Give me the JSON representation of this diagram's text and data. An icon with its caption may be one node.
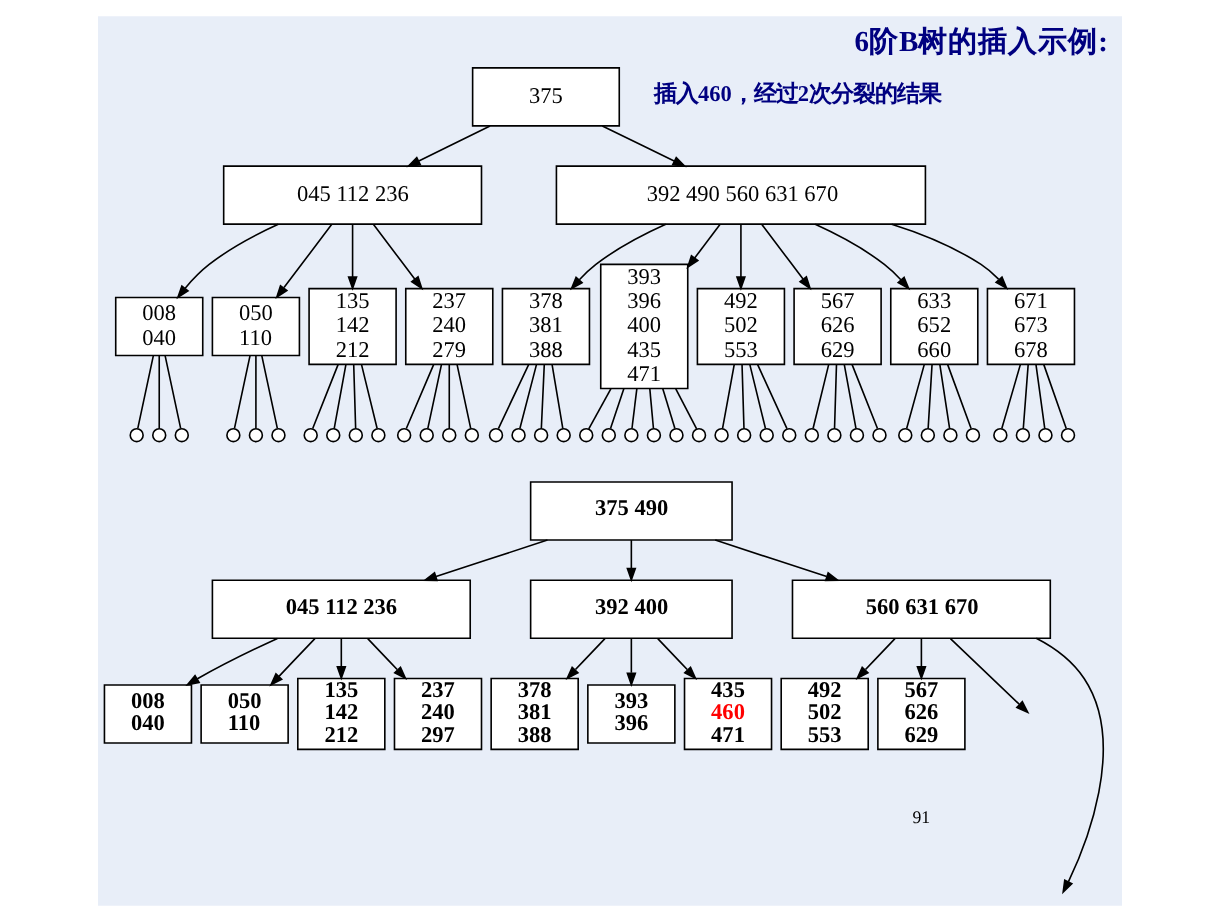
{
  "diagram": {
    "title": "6阶B树的插入示例:",
    "nodes": [
      {
        "text": [
          "375"
        ]
      },
      {
        "text": [
          "045 112 236"
        ]
      },
      {
        "text": [
          "392 490 560 631 670"
        ]
      },
      {
        "text": [
          "008",
          "040"
        ]
      },
      {
        "text": [
          "050",
          "110"
        ]
      },
      {
        "text": [
          "135",
          "142",
          "212"
        ]
      },
      {
        "text": [
          "237",
          "240",
          "279"
        ]
      },
      {
        "text": [
          "378",
          "381",
          "388"
        ]
      },
      {
        "text": [
          "393",
          "396",
          "400",
          "435",
          "471"
        ]
      },
      {
        "text": [
          "492",
          "502",
          "553"
        ]
      },
      {
        "text": [
          "567",
          "626",
          "629"
        ]
      },
      {
        "text": [
          "633",
          "652",
          "660"
        ]
      },
      {
        "text": [
          "671",
          "673",
          "678"
        ]
      },
      {
        "text": [],
        "shape": "circle"
      },
      {
        "text": [],
        "shape": "circle"
      },
      {
        "text": [],
        "shape": "circle"
      },
      {
        "text": [],
        "shape": "circle"
      },
      {
        "text": [],
        "shape": "circle"
      },
      {
        "text": [],
        "shape": "circle"
      },
      {
        "text": [],
        "shape": "circle"
      },
      {
        "text": [],
        "shape": "circle"
      },
      {
        "text": [],
        "shape": "circle"
      },
      {
        "text": [],
        "shape": "circle"
      },
      {
        "text": [],
        "shape": "circle"
      },
      {
        "text": [],
        "shape": "circle"
      },
      {
        "text": [],
        "shape": "circle"
      },
      {
        "text": [],
        "shape": "circle"
      },
      {
        "text": [],
        "shape": "circle"
      },
      {
        "text": [],
        "shape": "circle"
      },
      {
        "text": [],
        "shape": "circle"
      },
      {
        "text": [],
        "shape": "circle"
      },
      {
        "text": [],
        "shape": "circle"
      },
      {
        "text": [],
        "shape": "circle"
      },
      {
        "text": [],
        "shape": "circle"
      },
      {
        "text": [],
        "shape": "circle"
      },
      {
        "text": [],
        "shape": "circle"
      },
      {
        "text": [],
        "shape": "circle"
      },
      {
        "text": [],
        "shape": "circle"
      },
      {
        "text": [],
        "shape": "circle"
      },
      {
        "text": [],
        "shape": "circle"
      },
      {
        "text": [],
        "shape": "circle"
      },
      {
        "text": [],
        "shape": "circle"
      },
      {
        "text": [],
        "shape": "circle"
      },
      {
        "text": [],
        "shape": "circle"
      },
      {
        "text": [],
        "shape": "circle"
      },
      {
        "text": [],
        "shape": "circle"
      },
      {
        "text": [],
        "shape": "circle"
      },
      {
        "text": [],
        "shape": "circle"
      },
      {
        "text": [],
        "shape": "circle"
      },
      {
        "text": [],
        "shape": "circle"
      },
      {
        "text": [],
        "shape": "circle"
      },
      {
        "text": [],
        "shape": "circle"
      },
      {
        "text": [],
        "shape": "circle"
      },
      {
        "text": [
          "375 490"
        ]
      },
      {
        "text": [
          "045 112 236"
        ]
      },
      {
        "text": [
          "392 400"
        ]
      },
      {
        "text": [
          "560 631 670"
        ]
      },
      {
        "text": [
          "008",
          "040"
        ]
      },
      {
        "text": [
          "050",
          "110"
        ]
      },
      {
        "text": [
          "135",
          "142",
          "212"
        ]
      },
      {
        "text": [
          "237",
          "240",
          "297"
        ]
      },
      {
        "text": [
          "378",
          "381",
          "388"
        ]
      },
      {
        "text": [
          "393",
          "396"
        ]
      },
      {
        "text": [
          "435",
          "460",
          "471"
        ]
      },
      {
        "text": [
          "492",
          "502",
          "553"
        ]
      },
      {
        "text": [
          "567",
          "626",
          "629"
        ]
      }
    ],
    "edges": [
      {
        "from": 0,
        "to": 1,
        "arrow": "to"
      },
      {
        "from": 0,
        "to": 2,
        "arrow": "to"
      },
      {
        "from": 1,
        "to": 3,
        "arrow": "to"
      },
      {
        "from": 1,
        "to": 4,
        "arrow": "to"
      },
      {
        "from": 1,
        "to": 5,
        "arrow": "to"
      },
      {
        "from": 1,
        "to": 6,
        "arrow": "to"
      },
      {
        "from": 2,
        "to": 7,
        "arrow": "to"
      },
      {
        "from": 2,
        "to": 8,
        "arrow": "to"
      },
      {
        "from": 2,
        "to": 9,
        "arrow": "to"
      },
      {
        "from": 2,
        "to": 10,
        "arrow": "to"
      },
      {
        "from": 2,
        "to": 11,
        "arrow": "to"
      },
      {
        "from": 2,
        "to": 12,
        "arrow": "to"
      },
      {
        "from": 3,
        "to": 13,
        "arrow": "none"
      },
      {
        "from": 3,
        "to": 14,
        "arrow": "none"
      },
      {
        "from": 3,
        "to": 15,
        "arrow": "none"
      },
      {
        "from": 4,
        "to": 16,
        "arrow": "none"
      },
      {
        "from": 4,
        "to": 17,
        "arrow": "none"
      },
      {
        "from": 4,
        "to": 18,
        "arrow": "none"
      },
      {
        "from": 5,
        "to": 19,
        "arrow": "none"
      },
      {
        "from": 5,
        "to": 20,
        "arrow": "none"
      },
      {
        "from": 5,
        "to": 21,
        "arrow": "none"
      },
      {
        "from": 5,
        "to": 22,
        "arrow": "none"
      },
      {
        "from": 6,
        "to": 23,
        "arrow": "none"
      },
      {
        "from": 6,
        "to": 24,
        "arrow": "none"
      },
      {
        "from": 6,
        "to": 25,
        "arrow": "none"
      },
      {
        "from": 6,
        "to": 26,
        "arrow": "none"
      },
      {
        "from": 7,
        "to": 27,
        "arrow": "none"
      },
      {
        "from": 7,
        "to": 28,
        "arrow": "none"
      },
      {
        "from": 7,
        "to": 29,
        "arrow": "none"
      },
      {
        "from": 7,
        "to": 30,
        "arrow": "none"
      },
      {
        "from": 8,
        "to": 31,
        "arrow": "none"
      },
      {
        "from": 8,
        "to": 32,
        "arrow": "none"
      },
      {
        "from": 8,
        "to": 33,
        "arrow": "none"
      },
      {
        "from": 8,
        "to": 34,
        "arrow": "none"
      },
      {
        "from": 8,
        "to": 35,
        "arrow": "none"
      },
      {
        "from": 8,
        "to": 36,
        "arrow": "none"
      },
      {
        "from": 9,
        "to": 37,
        "arrow": "none"
      },
      {
        "from": 9,
        "to": 38,
        "arrow": "none"
      },
      {
        "from": 9,
        "to": 39,
        "arrow": "none"
      },
      {
        "from": 9,
        "to": 40,
        "arrow": "none"
      },
      {
        "from": 10,
        "to": 41,
        "arrow": "none"
      },
      {
        "from": 10,
        "to": 42,
        "arrow": "none"
      },
      {
        "from": 10,
        "to": 43,
        "arrow": "none"
      },
      {
        "from": 10,
        "to": 44,
        "arrow": "none"
      },
      {
        "from": 11,
        "to": 45,
        "arrow": "none"
      },
      {
        "from": 11,
        "to": 46,
        "arrow": "none"
      },
      {
        "from": 11,
        "to": 47,
        "arrow": "none"
      },
      {
        "from": 11,
        "to": 48,
        "arrow": "none"
      },
      {
        "from": 12,
        "to": 49,
        "arrow": "none"
      },
      {
        "from": 12,
        "to": 50,
        "arrow": "none"
      },
      {
        "from": 12,
        "to": 51,
        "arrow": "none"
      },
      {
        "from": 12,
        "to": 52,
        "arrow": "none"
      },
      {
        "from": 53,
        "to": 54,
        "arrow": "to"
      },
      {
        "from": 53,
        "to": 55,
        "arrow": "to"
      },
      {
        "from": 53,
        "to": 56,
        "arrow": "to"
      },
      {
        "from": 54,
        "to": 57,
        "arrow": "to"
      },
      {
        "from": 54,
        "to": 58,
        "arrow": "to"
      },
      {
        "from": 54,
        "to": 59,
        "arrow": "to"
      },
      {
        "from": 54,
        "to": 60,
        "arrow": "to"
      },
      {
        "from": 55,
        "to": 61,
        "arrow": "to"
      },
      {
        "from": 55,
        "to": 62,
        "arrow": "to"
      },
      {
        "from": 55,
        "to": 63,
        "arrow": "to"
      },
      {
        "from": 56,
        "to": 64,
        "arrow": "to"
      },
      {
        "from": 56,
        "to": 65,
        "arrow": "to"
      },
      {
        "from": 56,
        "to": null,
        "arrow": "to"
      },
      {
        "from": 56,
        "to": null,
        "arrow": "to"
      }
    ],
    "labels": [
      "插入460，经过2次分裂的结果",
      "91"
    ]
  }
}
